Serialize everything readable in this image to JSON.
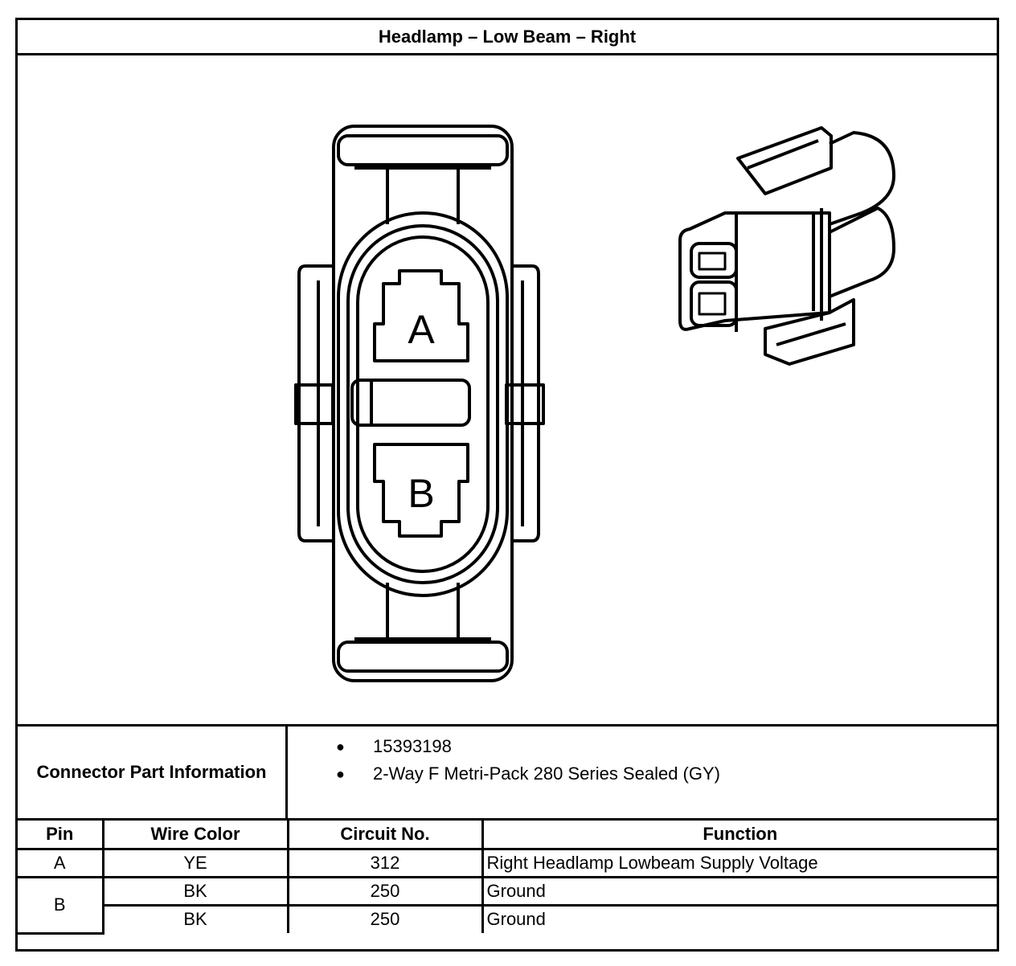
{
  "title": "Headlamp – Low Beam – Right",
  "connector_drawing": {
    "cavity_labels": [
      "A",
      "B"
    ]
  },
  "connector_part_information": {
    "label": "Connector Part Information",
    "items": [
      "15393198",
      "2-Way F Metri-Pack 280 Series Sealed (GY)"
    ]
  },
  "pin_table": {
    "headers": [
      "Pin",
      "Wire Color",
      "Circuit No.",
      "Function"
    ],
    "rows": [
      {
        "pin": "A",
        "wire_color": "YE",
        "circuit": "312",
        "function": "Right Headlamp Lowbeam Supply Voltage"
      },
      {
        "pin": "B",
        "wire_color": "BK",
        "circuit": "250",
        "function": "Ground"
      },
      {
        "pin": "",
        "wire_color": "BK",
        "circuit": "250",
        "function": "Ground"
      }
    ]
  }
}
